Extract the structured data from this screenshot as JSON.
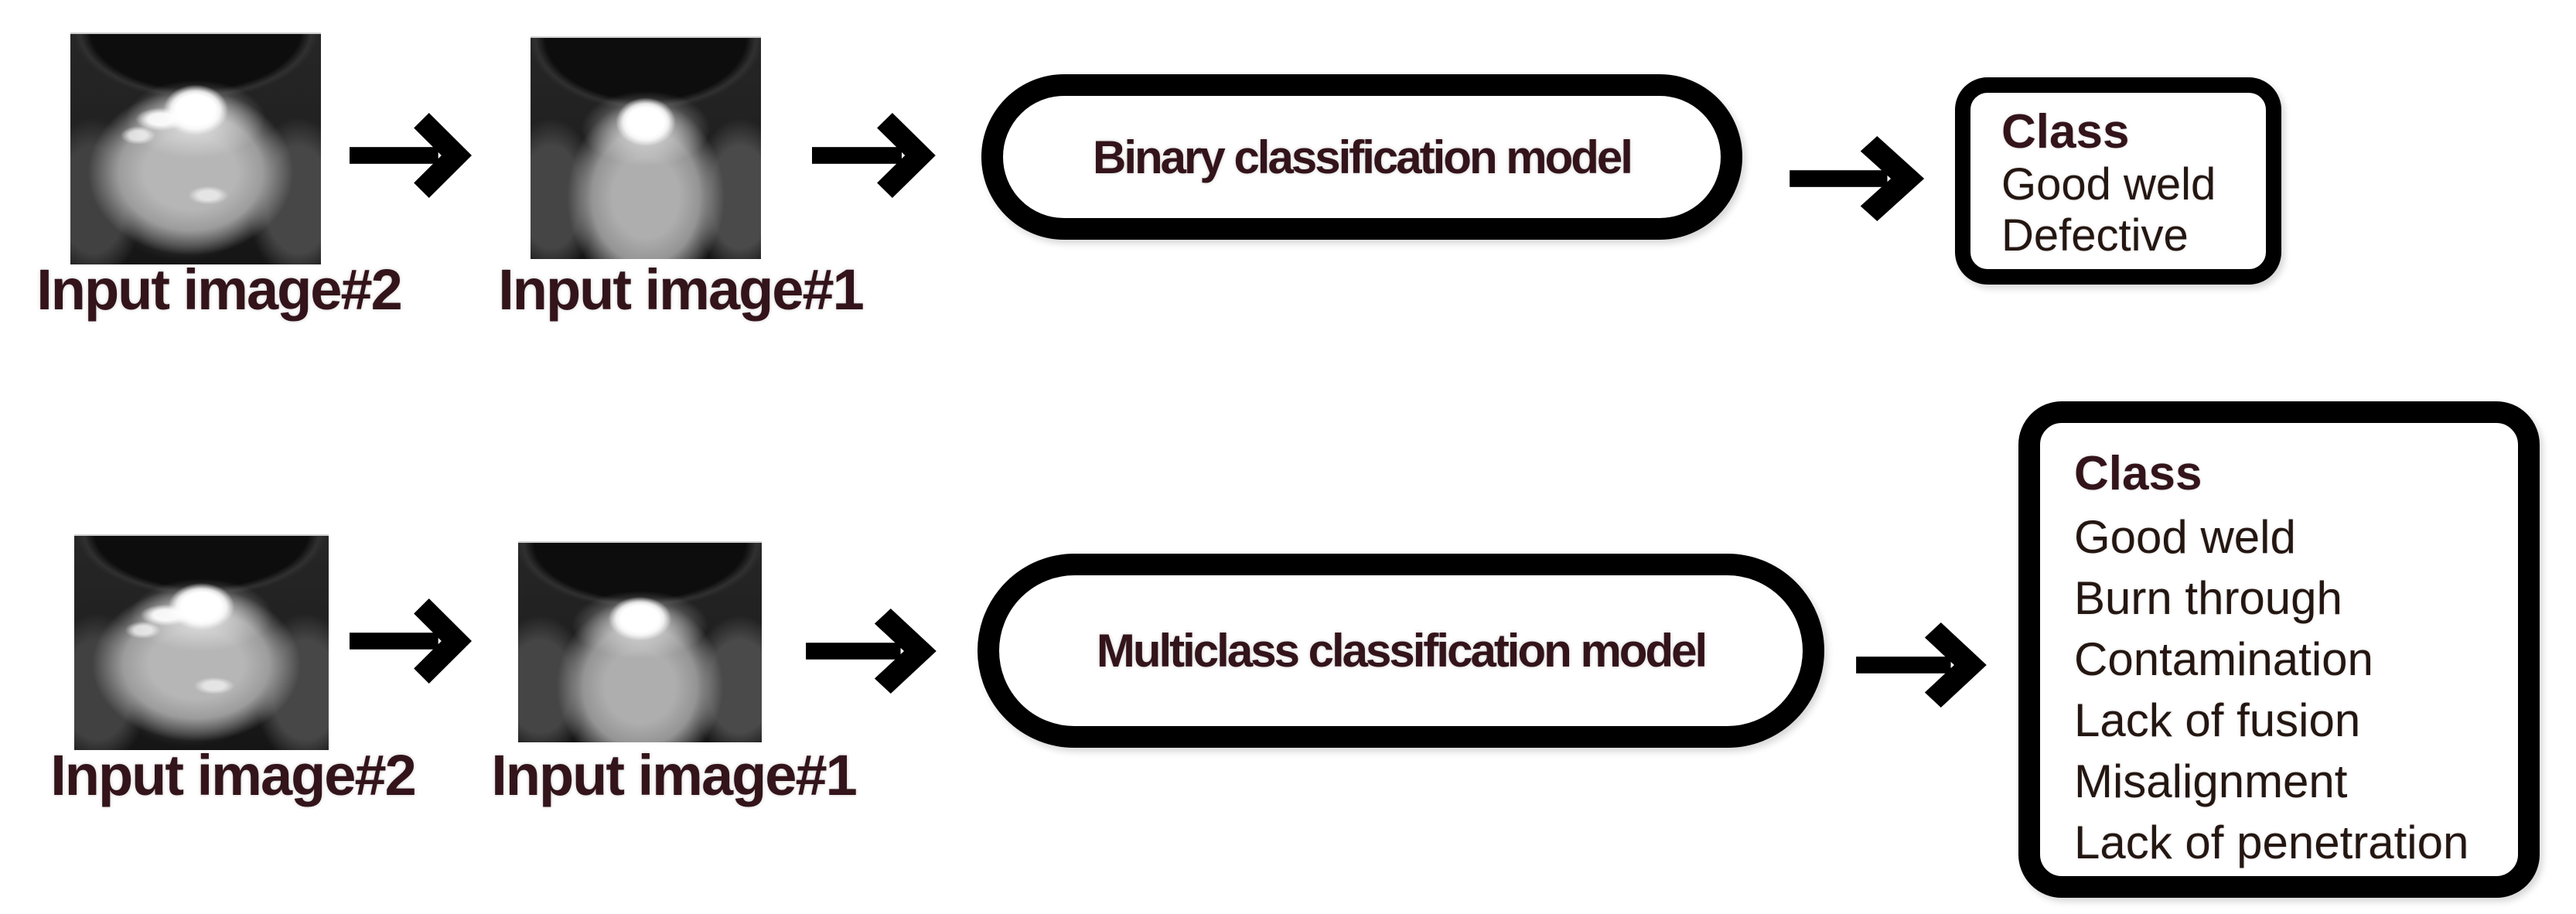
{
  "figure": {
    "background": "#ffffff",
    "colors": {
      "heading_text": "#33141a",
      "body_text": "#241611",
      "shape_border": "#000000"
    },
    "icons": {
      "flow_arrow": "→"
    }
  },
  "top_flow": {
    "input_image_2_label": "Input image#2",
    "input_image_1_label": "Input image#1",
    "model_name": "Binary classification model",
    "output": {
      "header": "Class",
      "items": [
        "Good weld",
        "Defective"
      ]
    }
  },
  "bottom_flow": {
    "input_image_2_label": "Input image#2",
    "input_image_1_label": "Input image#1",
    "model_name": "Multiclass classification model",
    "output": {
      "header": "Class",
      "items": [
        "Good weld",
        "Burn through",
        "Contamination",
        "Lack of fusion",
        "Misalignment",
        "Lack of penetration"
      ]
    }
  }
}
